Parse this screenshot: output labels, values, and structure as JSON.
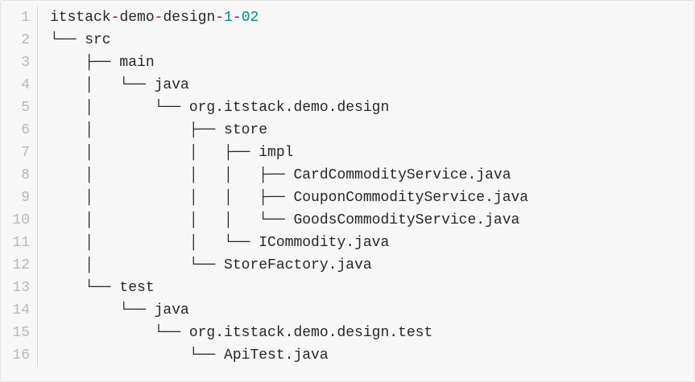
{
  "colors": {
    "page_background": "#fdfdfd",
    "block_background": "#f7f7f7",
    "block_border": "#e4e4e4",
    "line_number": "#b9b9b9",
    "gutter_separator": "#d7d7d7",
    "code_text": "#262626",
    "highlight_red": "#a61717",
    "highlight_teal": "#008c8c"
  },
  "code_block": {
    "lines": [
      {
        "number": "1",
        "segments": [
          {
            "t": "itstack",
            "c": "text"
          },
          {
            "t": "-",
            "c": "red"
          },
          {
            "t": "demo",
            "c": "text"
          },
          {
            "t": "-",
            "c": "red"
          },
          {
            "t": "design",
            "c": "text"
          },
          {
            "t": "-",
            "c": "red"
          },
          {
            "t": "1",
            "c": "num"
          },
          {
            "t": "-",
            "c": "red"
          },
          {
            "t": "02",
            "c": "num"
          }
        ]
      },
      {
        "number": "2",
        "segments": [
          {
            "t": "└── src",
            "c": "text"
          }
        ]
      },
      {
        "number": "3",
        "segments": [
          {
            "t": "    ├── main",
            "c": "text"
          }
        ]
      },
      {
        "number": "4",
        "segments": [
          {
            "t": "    │   └── java",
            "c": "text"
          }
        ]
      },
      {
        "number": "5",
        "segments": [
          {
            "t": "    │       └── org.itstack.demo.design",
            "c": "text"
          }
        ]
      },
      {
        "number": "6",
        "segments": [
          {
            "t": "    │           ├── store",
            "c": "text"
          }
        ]
      },
      {
        "number": "7",
        "segments": [
          {
            "t": "    │           │   ├── impl",
            "c": "text"
          }
        ]
      },
      {
        "number": "8",
        "segments": [
          {
            "t": "    │           │   │   ├── CardCommodityService.java",
            "c": "text"
          }
        ]
      },
      {
        "number": "9",
        "segments": [
          {
            "t": "    │           │   │   ├── CouponCommodityService.java",
            "c": "text"
          }
        ]
      },
      {
        "number": "10",
        "segments": [
          {
            "t": "    │           │   │   └── GoodsCommodityService.java",
            "c": "text"
          }
        ]
      },
      {
        "number": "11",
        "segments": [
          {
            "t": "    │           │   └── ICommodity.java",
            "c": "text"
          }
        ]
      },
      {
        "number": "12",
        "segments": [
          {
            "t": "    │           └── StoreFactory.java",
            "c": "text"
          }
        ]
      },
      {
        "number": "13",
        "segments": [
          {
            "t": "    └── test",
            "c": "text"
          }
        ]
      },
      {
        "number": "14",
        "segments": [
          {
            "t": "        └── java",
            "c": "text"
          }
        ]
      },
      {
        "number": "15",
        "segments": [
          {
            "t": "            └── org.itstack.demo.design.test",
            "c": "text"
          }
        ]
      },
      {
        "number": "16",
        "segments": [
          {
            "t": "                └── ApiTest.java",
            "c": "text"
          }
        ]
      }
    ]
  }
}
